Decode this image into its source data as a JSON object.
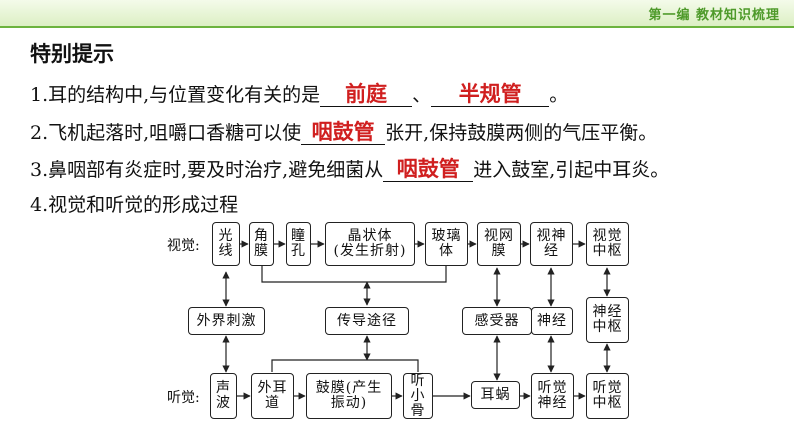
{
  "header": {
    "label": "第一编  教材知识梳理"
  },
  "title": "特别提示",
  "items": [
    {
      "before": "1.耳的结构中,与位置变化有关的是",
      "ans1": "前庭",
      "sep": "、",
      "ans2": "半规管",
      "after": "。"
    },
    {
      "before": "2.飞机起落时,咀嚼口香糖可以使",
      "ans1": "咽鼓管",
      "after": "张开,保持鼓膜两侧的气压平衡。"
    },
    {
      "before": "3.鼻咽部有炎症时,要及时治疗,避免细菌从",
      "ans1": "咽鼓管",
      "after": "进入鼓室,引起中耳炎。"
    },
    {
      "text": "4.视觉和听觉的形成过程"
    }
  ],
  "diagram": {
    "vision_label": "视觉:",
    "hearing_label": "听觉:",
    "vision": {
      "light": [
        "光",
        "线"
      ],
      "cornea": [
        "角",
        "膜"
      ],
      "pupil": [
        "瞳",
        "孔"
      ],
      "lens": [
        "晶状体",
        "(发生折射)"
      ],
      "vitreous": [
        "玻璃",
        "体"
      ],
      "retina": [
        "视网",
        "膜"
      ],
      "optic_nerve": [
        "视神",
        "经"
      ],
      "visual_center": [
        "视觉",
        "中枢"
      ]
    },
    "middle": {
      "stimulus": "外界刺激",
      "pathway": "传导途径",
      "receptor": "感受器",
      "nerve": "神经",
      "center": [
        "神经",
        "中枢"
      ]
    },
    "hearing": {
      "sound": [
        "声",
        "波"
      ],
      "ear_canal": [
        "外耳",
        "道"
      ],
      "eardrum": [
        "鼓膜(产生",
        "振动)"
      ],
      "ossicles": [
        "听小",
        "骨"
      ],
      "cochlea": "耳蜗",
      "auditory_nerve": [
        "听觉",
        "神经"
      ],
      "auditory_center": [
        "听觉",
        "中枢"
      ]
    }
  }
}
